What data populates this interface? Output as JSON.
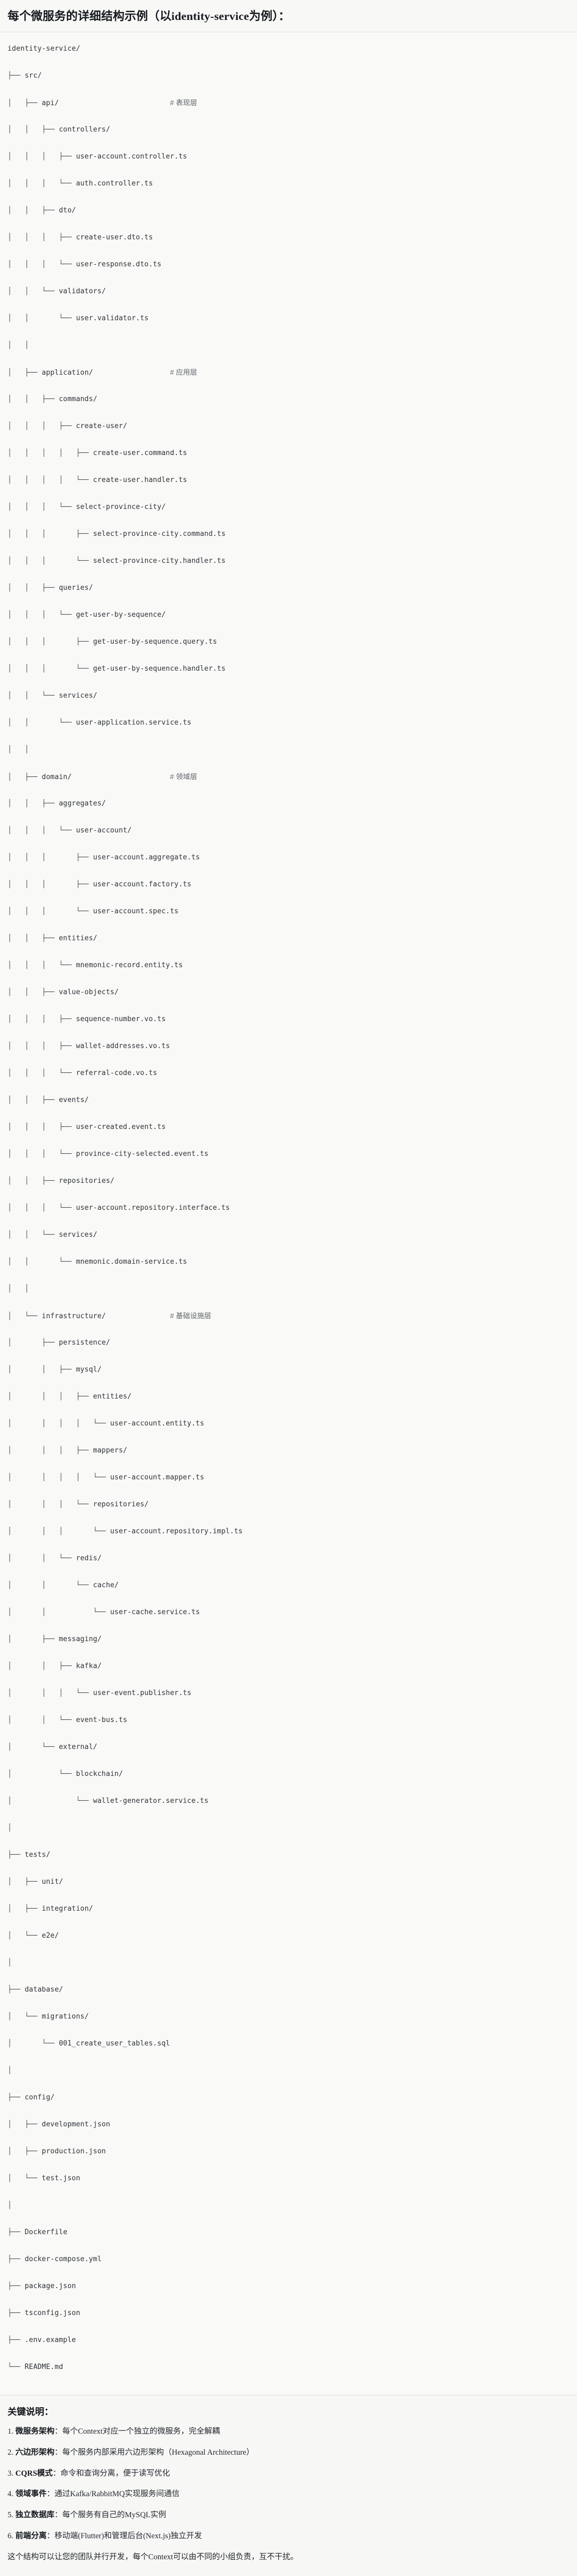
{
  "header": {
    "title": "每个微服务的详细结构示例（以identity-service为例）："
  },
  "tree": {
    "root": "identity-service/",
    "lines": [
      {
        "glyphs": "",
        "name": "identity-service/",
        "comment": ""
      },
      {
        "glyphs": "├── ",
        "name": "src/",
        "comment": ""
      },
      {
        "glyphs": "│   ├── ",
        "name": "api/",
        "comment": "# 表现层"
      },
      {
        "glyphs": "│   │   ├── ",
        "name": "controllers/",
        "comment": ""
      },
      {
        "glyphs": "│   │   │   ├── ",
        "name": "user-account.controller.ts",
        "comment": ""
      },
      {
        "glyphs": "│   │   │   └── ",
        "name": "auth.controller.ts",
        "comment": ""
      },
      {
        "glyphs": "│   │   ├── ",
        "name": "dto/",
        "comment": ""
      },
      {
        "glyphs": "│   │   │   ├── ",
        "name": "create-user.dto.ts",
        "comment": ""
      },
      {
        "glyphs": "│   │   │   └── ",
        "name": "user-response.dto.ts",
        "comment": ""
      },
      {
        "glyphs": "│   │   └── ",
        "name": "validators/",
        "comment": ""
      },
      {
        "glyphs": "│   │       └── ",
        "name": "user.validator.ts",
        "comment": ""
      },
      {
        "glyphs": "│   │",
        "name": "",
        "comment": ""
      },
      {
        "glyphs": "│   ├── ",
        "name": "application/",
        "comment": "# 应用层"
      },
      {
        "glyphs": "│   │   ├── ",
        "name": "commands/",
        "comment": ""
      },
      {
        "glyphs": "│   │   │   ├── ",
        "name": "create-user/",
        "comment": ""
      },
      {
        "glyphs": "│   │   │   │   ├── ",
        "name": "create-user.command.ts",
        "comment": ""
      },
      {
        "glyphs": "│   │   │   │   └── ",
        "name": "create-user.handler.ts",
        "comment": ""
      },
      {
        "glyphs": "│   │   │   └── ",
        "name": "select-province-city/",
        "comment": ""
      },
      {
        "glyphs": "│   │   │       ├── ",
        "name": "select-province-city.command.ts",
        "comment": ""
      },
      {
        "glyphs": "│   │   │       └── ",
        "name": "select-province-city.handler.ts",
        "comment": ""
      },
      {
        "glyphs": "│   │   ├── ",
        "name": "queries/",
        "comment": ""
      },
      {
        "glyphs": "│   │   │   └── ",
        "name": "get-user-by-sequence/",
        "comment": ""
      },
      {
        "glyphs": "│   │   │       ├── ",
        "name": "get-user-by-sequence.query.ts",
        "comment": ""
      },
      {
        "glyphs": "│   │   │       └── ",
        "name": "get-user-by-sequence.handler.ts",
        "comment": ""
      },
      {
        "glyphs": "│   │   └── ",
        "name": "services/",
        "comment": ""
      },
      {
        "glyphs": "│   │       └── ",
        "name": "user-application.service.ts",
        "comment": ""
      },
      {
        "glyphs": "│   │",
        "name": "",
        "comment": ""
      },
      {
        "glyphs": "│   ├── ",
        "name": "domain/",
        "comment": "# 领域层"
      },
      {
        "glyphs": "│   │   ├── ",
        "name": "aggregates/",
        "comment": ""
      },
      {
        "glyphs": "│   │   │   └── ",
        "name": "user-account/",
        "comment": ""
      },
      {
        "glyphs": "│   │   │       ├── ",
        "name": "user-account.aggregate.ts",
        "comment": ""
      },
      {
        "glyphs": "│   │   │       ├── ",
        "name": "user-account.factory.ts",
        "comment": ""
      },
      {
        "glyphs": "│   │   │       └── ",
        "name": "user-account.spec.ts",
        "comment": ""
      },
      {
        "glyphs": "│   │   ├── ",
        "name": "entities/",
        "comment": ""
      },
      {
        "glyphs": "│   │   │   └── ",
        "name": "mnemonic-record.entity.ts",
        "comment": ""
      },
      {
        "glyphs": "│   │   ├── ",
        "name": "value-objects/",
        "comment": ""
      },
      {
        "glyphs": "│   │   │   ├── ",
        "name": "sequence-number.vo.ts",
        "comment": ""
      },
      {
        "glyphs": "│   │   │   ├── ",
        "name": "wallet-addresses.vo.ts",
        "comment": ""
      },
      {
        "glyphs": "│   │   │   └── ",
        "name": "referral-code.vo.ts",
        "comment": ""
      },
      {
        "glyphs": "│   │   ├── ",
        "name": "events/",
        "comment": ""
      },
      {
        "glyphs": "│   │   │   ├── ",
        "name": "user-created.event.ts",
        "comment": ""
      },
      {
        "glyphs": "│   │   │   └── ",
        "name": "province-city-selected.event.ts",
        "comment": ""
      },
      {
        "glyphs": "│   │   ├── ",
        "name": "repositories/",
        "comment": ""
      },
      {
        "glyphs": "│   │   │   └── ",
        "name": "user-account.repository.interface.ts",
        "comment": ""
      },
      {
        "glyphs": "│   │   └── ",
        "name": "services/",
        "comment": ""
      },
      {
        "glyphs": "│   │       └── ",
        "name": "mnemonic.domain-service.ts",
        "comment": ""
      },
      {
        "glyphs": "│   │",
        "name": "",
        "comment": ""
      },
      {
        "glyphs": "│   └── ",
        "name": "infrastructure/",
        "comment": "# 基础设施层"
      },
      {
        "glyphs": "│       ├── ",
        "name": "persistence/",
        "comment": ""
      },
      {
        "glyphs": "│       │   ├── ",
        "name": "mysql/",
        "comment": ""
      },
      {
        "glyphs": "│       │   │   ├── ",
        "name": "entities/",
        "comment": ""
      },
      {
        "glyphs": "│       │   │   │   └── ",
        "name": "user-account.entity.ts",
        "comment": ""
      },
      {
        "glyphs": "│       │   │   ├── ",
        "name": "mappers/",
        "comment": ""
      },
      {
        "glyphs": "│       │   │   │   └── ",
        "name": "user-account.mapper.ts",
        "comment": ""
      },
      {
        "glyphs": "│       │   │   └── ",
        "name": "repositories/",
        "comment": ""
      },
      {
        "glyphs": "│       │   │       └── ",
        "name": "user-account.repository.impl.ts",
        "comment": ""
      },
      {
        "glyphs": "│       │   └── ",
        "name": "redis/",
        "comment": ""
      },
      {
        "glyphs": "│       │       └── ",
        "name": "cache/",
        "comment": ""
      },
      {
        "glyphs": "│       │           └── ",
        "name": "user-cache.service.ts",
        "comment": ""
      },
      {
        "glyphs": "│       ├── ",
        "name": "messaging/",
        "comment": ""
      },
      {
        "glyphs": "│       │   ├── ",
        "name": "kafka/",
        "comment": ""
      },
      {
        "glyphs": "│       │   │   └── ",
        "name": "user-event.publisher.ts",
        "comment": ""
      },
      {
        "glyphs": "│       │   └── ",
        "name": "event-bus.ts",
        "comment": ""
      },
      {
        "glyphs": "│       └── ",
        "name": "external/",
        "comment": ""
      },
      {
        "glyphs": "│           └── ",
        "name": "blockchain/",
        "comment": ""
      },
      {
        "glyphs": "│               └── ",
        "name": "wallet-generator.service.ts",
        "comment": ""
      },
      {
        "glyphs": "│",
        "name": "",
        "comment": ""
      },
      {
        "glyphs": "├── ",
        "name": "tests/",
        "comment": ""
      },
      {
        "glyphs": "│   ├── ",
        "name": "unit/",
        "comment": ""
      },
      {
        "glyphs": "│   ├── ",
        "name": "integration/",
        "comment": ""
      },
      {
        "glyphs": "│   └── ",
        "name": "e2e/",
        "comment": ""
      },
      {
        "glyphs": "│",
        "name": "",
        "comment": ""
      },
      {
        "glyphs": "├── ",
        "name": "database/",
        "comment": ""
      },
      {
        "glyphs": "│   └── ",
        "name": "migrations/",
        "comment": ""
      },
      {
        "glyphs": "│       └── ",
        "name": "001_create_user_tables.sql",
        "comment": ""
      },
      {
        "glyphs": "│",
        "name": "",
        "comment": ""
      },
      {
        "glyphs": "├── ",
        "name": "config/",
        "comment": ""
      },
      {
        "glyphs": "│   ├── ",
        "name": "development.json",
        "comment": ""
      },
      {
        "glyphs": "│   ├── ",
        "name": "production.json",
        "comment": ""
      },
      {
        "glyphs": "│   └── ",
        "name": "test.json",
        "comment": ""
      },
      {
        "glyphs": "│",
        "name": "",
        "comment": ""
      },
      {
        "glyphs": "├── ",
        "name": "Dockerfile",
        "comment": ""
      },
      {
        "glyphs": "├── ",
        "name": "docker-compose.yml",
        "comment": ""
      },
      {
        "glyphs": "├── ",
        "name": "package.json",
        "comment": ""
      },
      {
        "glyphs": "├── ",
        "name": "tsconfig.json",
        "comment": ""
      },
      {
        "glyphs": "├── ",
        "name": ".env.example",
        "comment": ""
      },
      {
        "glyphs": "└── ",
        "name": "README.md",
        "comment": ""
      }
    ]
  },
  "keys": {
    "title": "关键说明：",
    "items": [
      {
        "index": "1.",
        "label": "微服务架构",
        "sep": "：",
        "text": "每个Context对应一个独立的微服务，完全解耦"
      },
      {
        "index": "2.",
        "label": "六边形架构",
        "sep": "：",
        "text": "每个服务内部采用六边形架构（Hexagonal Architecture）"
      },
      {
        "index": "3.",
        "label": "CQRS模式",
        "sep": "：",
        "text": "命令和查询分离，便于读写优化"
      },
      {
        "index": "4.",
        "label": "领域事件",
        "sep": "：",
        "text": "通过Kafka/RabbitMQ实现服务间通信"
      },
      {
        "index": "5.",
        "label": "独立数据库",
        "sep": "：",
        "text": "每个服务有自己的MySQL实例"
      },
      {
        "index": "6.",
        "label": "前端分离",
        "sep": "：",
        "text": "移动端(Flutter)和管理后台(Next.js)独立开发"
      }
    ],
    "closing": "这个结构可以让您的团队并行开发，每个Context可以由不同的小组负责，互不干扰。"
  }
}
